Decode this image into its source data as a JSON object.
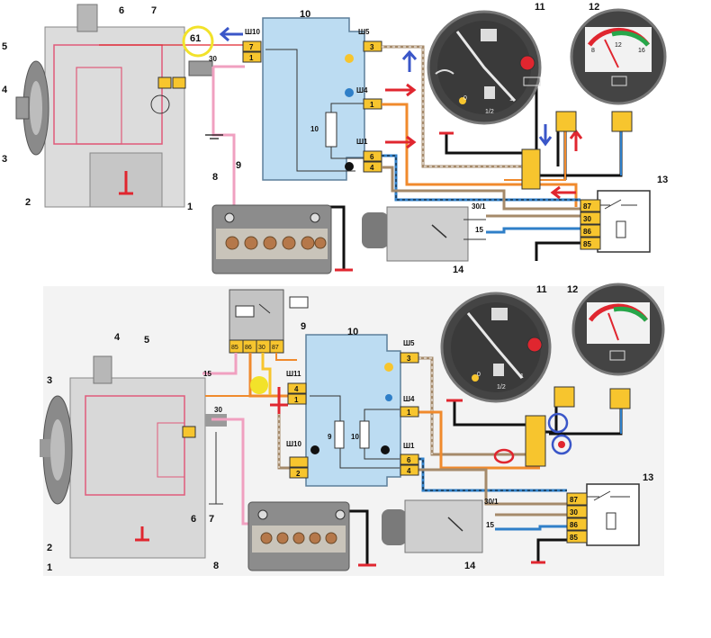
{
  "top": {
    "callouts": [
      "1",
      "2",
      "3",
      "4",
      "5",
      "6",
      "7",
      "8",
      "9",
      "10",
      "11",
      "12",
      "13",
      "14"
    ],
    "wire_labels": {
      "w61": "61",
      "w30": "30",
      "w30_1": "30/1",
      "w15": "15"
    },
    "connectors": {
      "sh10": "Ш10",
      "sh5": "Ш5",
      "sh4": "Ш4",
      "sh1": "Ш1"
    },
    "pins": {
      "p7": "7",
      "p1": "1",
      "p3": "3",
      "p1b": "1",
      "p6": "6",
      "p4": "4"
    },
    "resistor": "10",
    "relay_pins": [
      "87",
      "30",
      "86",
      "85"
    ],
    "gauge_scale": {
      "g0": "0",
      "g12": "1/2",
      "g1": "1",
      "v8": "8",
      "v12": "12",
      "v16": "16"
    }
  },
  "bottom": {
    "callouts": [
      "1",
      "2",
      "3",
      "4",
      "5",
      "6",
      "7",
      "8",
      "9",
      "10",
      "11",
      "12",
      "13",
      "14"
    ],
    "wire_labels": {
      "w15": "15",
      "w30": "30",
      "w30_1": "30/1",
      "w15b": "15"
    },
    "connectors": {
      "sh11": "Ш11",
      "sh10": "Ш10",
      "sh5": "Ш5",
      "sh4": "Ш4",
      "sh1": "Ш1"
    },
    "pins": {
      "p4": "4",
      "p1": "1",
      "p2": "2",
      "p3": "3",
      "p1b": "1",
      "p6": "6",
      "p4b": "4"
    },
    "resistors": [
      "9",
      "10"
    ],
    "relay_pins": [
      "87",
      "30",
      "86",
      "85"
    ],
    "relay9_pins": [
      "85",
      "86",
      "30",
      "87"
    ],
    "gauge_scale": {
      "g0": "0",
      "g12": "1/2",
      "g1": "1"
    }
  },
  "colors": {
    "block": "#bcdcf2",
    "pink": "#f0a0c0",
    "orange": "#f08a2c",
    "blue": "#2f7fc8",
    "brown": "#a58a6a",
    "black": "#111111",
    "red": "#e0262f",
    "yellow_pin": "#f7c52e",
    "arrow_blue": "#3a56c8",
    "ring_yellow": "#f2e22a"
  }
}
